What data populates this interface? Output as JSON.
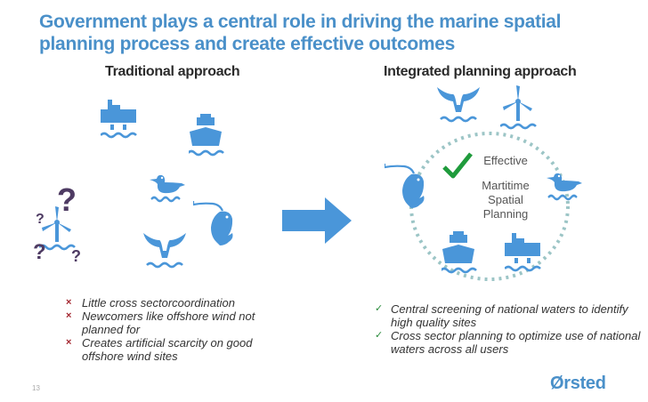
{
  "title": "Government plays a central role in driving the marine spatial planning process and create effective outcomes",
  "left": {
    "heading": "Traditional approach",
    "bullets": [
      {
        "icon": "cross-icon",
        "symbol": "×",
        "text": "Little cross sectorcoordination"
      },
      {
        "icon": "cross-icon",
        "symbol": "×",
        "text": "Newcomers like offshore wind not planned for"
      },
      {
        "icon": "cross-icon",
        "symbol": "×",
        "text": "Creates artificial scarcity on good offshore wind sites"
      }
    ],
    "question_mark": "?"
  },
  "right": {
    "heading": "Integrated planning approach",
    "center_label": {
      "line1": "Effective",
      "line2": "Martitime",
      "line3": "Spatial",
      "line4": "Planning"
    },
    "bullets": [
      {
        "icon": "check-icon",
        "symbol": "✓",
        "text": "Central screening of national waters to identify high quality sites"
      },
      {
        "icon": "check-icon",
        "symbol": "✓",
        "text": "Cross sector planning to optimize use of national waters across all users"
      }
    ]
  },
  "footer": {
    "page_number": "13",
    "logo": "Ørsted"
  },
  "colors": {
    "accent": "#4a90c9",
    "icon": "#4a96d9",
    "question": "#4e3b63",
    "cross": "#a3262f",
    "check": "#2a8c3c",
    "dots": "#9cc5c6"
  }
}
